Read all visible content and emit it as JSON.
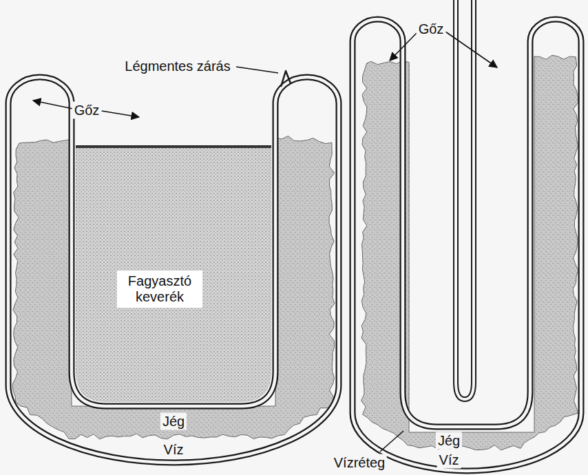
{
  "diagram": {
    "labels": [
      "Légmentes zárás",
      "Gőz",
      "Fagyasztó keverék",
      "Jég",
      "Víz",
      "Gőz",
      "Jég",
      "Víz",
      "Vízréteg"
    ]
  }
}
